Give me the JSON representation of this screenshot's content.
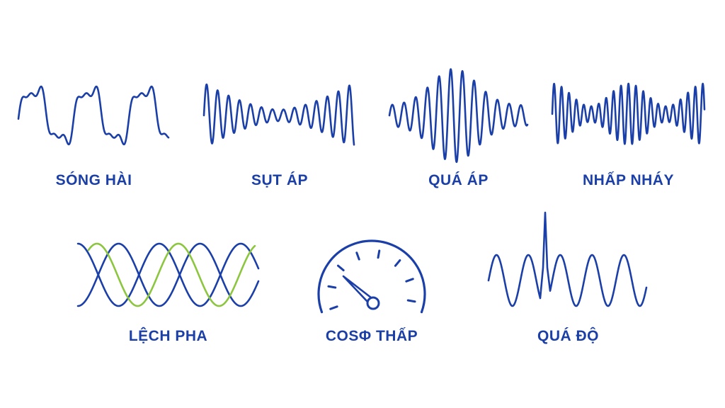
{
  "colors": {
    "primary": "#1b3fa8",
    "accent": "#8cc63f",
    "background": "#ffffff"
  },
  "items": [
    {
      "label": "SÓNG HÀI",
      "icon": "harmonic-wave-icon"
    },
    {
      "label": "SỤT ÁP",
      "icon": "voltage-sag-icon"
    },
    {
      "label": "QUÁ ÁP",
      "icon": "overvoltage-wave-icon"
    },
    {
      "label": "NHẤP NHÁY",
      "icon": "flicker-wave-icon"
    },
    {
      "label": "LỆCH PHA",
      "icon": "phase-shift-icon"
    },
    {
      "label": "COSΦ THẤP",
      "icon": "power-factor-gauge-icon"
    },
    {
      "label": "QUÁ ĐỘ",
      "icon": "transient-spike-icon"
    }
  ]
}
